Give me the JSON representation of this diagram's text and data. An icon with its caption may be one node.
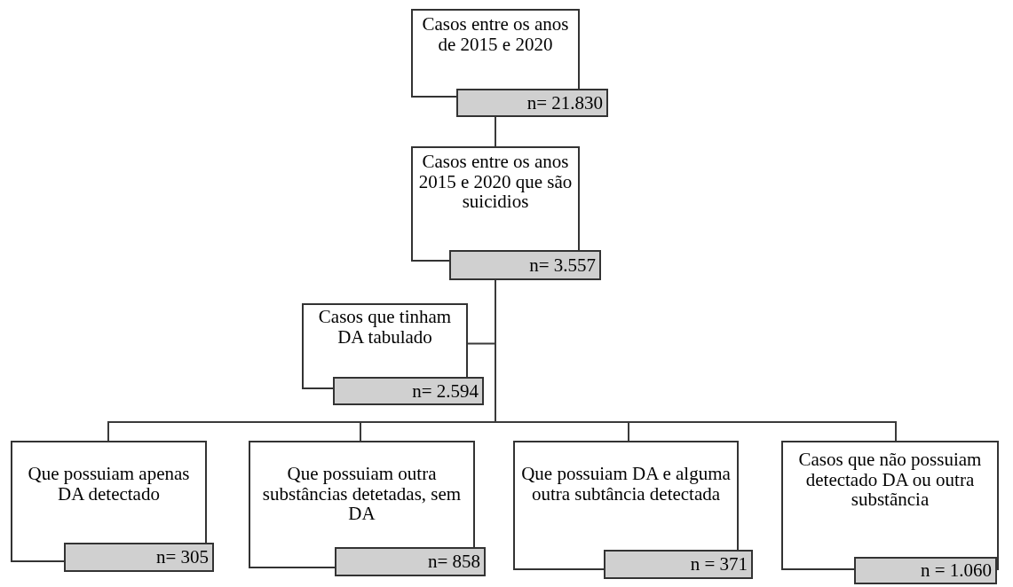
{
  "diagram": {
    "nodes": [
      {
        "text": [
          "Casos entre os anos de 2015 e 2020",
          "n= 21.830"
        ]
      },
      {
        "text": [
          "Casos entre os anos 2015 e 2020 que são suicidios",
          "n= 3.557"
        ]
      },
      {
        "text": [
          "Casos que tinham DA tabulado",
          "n= 2.594"
        ]
      },
      {
        "text": [
          "Que possuiam apenas DA detectado",
          "n= 305"
        ]
      },
      {
        "text": [
          "Que possuiam outra substâncias detetadas, sem DA",
          "n= 858"
        ]
      },
      {
        "text": [
          "Que possuiam DA e alguma outra subtância detectada",
          "n = 371"
        ]
      },
      {
        "text": [
          "Casos que não possuiam detectado DA ou outra substãncia",
          "n = 1.060"
        ]
      }
    ],
    "edges": [
      {
        "from": 0,
        "to": 1,
        "arrow": "none"
      },
      {
        "from": 1,
        "to": 2,
        "arrow": "none"
      },
      {
        "from": 1,
        "to": 3,
        "arrow": "none"
      },
      {
        "from": 1,
        "to": 4,
        "arrow": "none"
      },
      {
        "from": 1,
        "to": 5,
        "arrow": "none"
      },
      {
        "from": 1,
        "to": 6,
        "arrow": "none"
      }
    ]
  }
}
